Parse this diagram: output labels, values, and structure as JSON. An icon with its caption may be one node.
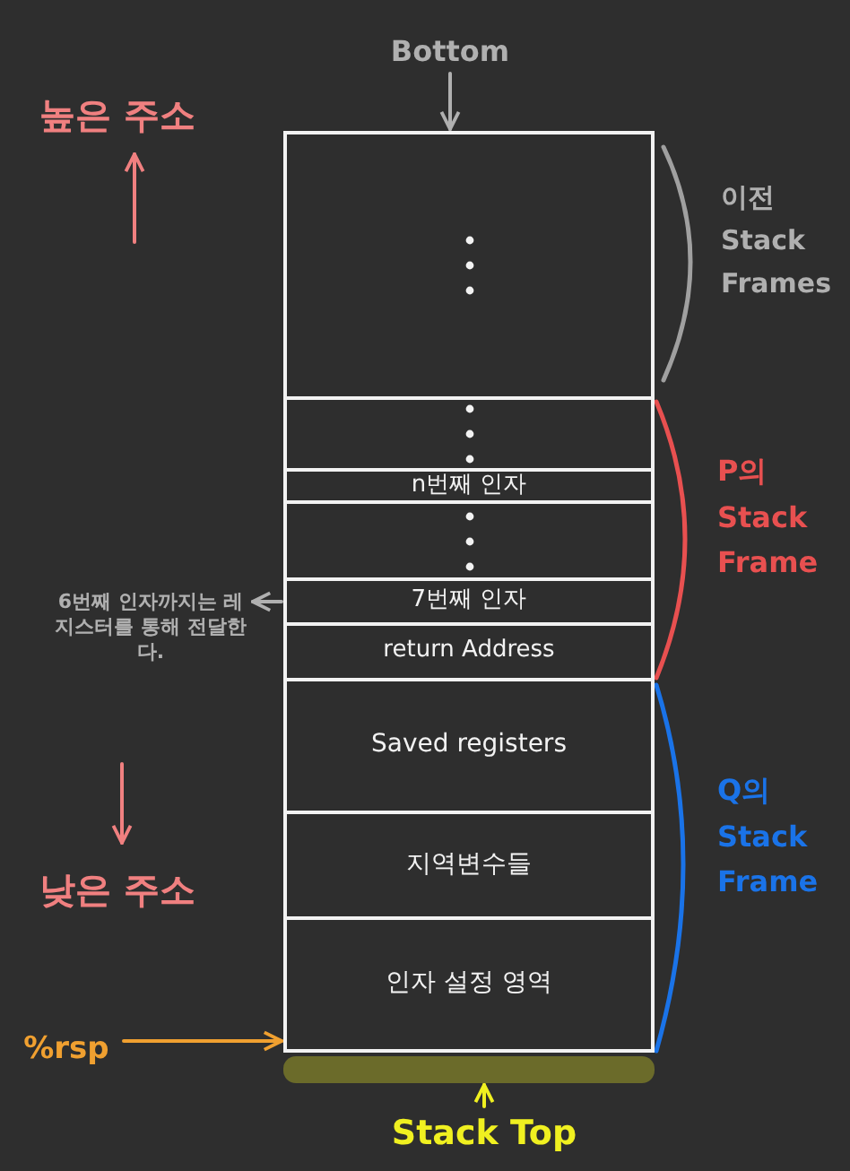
{
  "diagram": {
    "nodes": [
      {
        "text": [
          "Bottom"
        ]
      },
      {
        "text": [],
        "shape": "box"
      },
      {
        "text": [],
        "shape": "box"
      },
      {
        "text": [
          "n번째 인자"
        ]
      },
      {
        "text": [],
        "shape": "box"
      },
      {
        "text": [
          "7번째 인자"
        ]
      },
      {
        "text": [
          "return Address"
        ]
      },
      {
        "text": [
          "Saved registers"
        ]
      },
      {
        "text": [
          "지역변수들"
        ]
      },
      {
        "text": [
          "인자 설정 영역"
        ]
      },
      {
        "text": [
          "6번째 인자까지는 레지스터를 통해 전달한다."
        ]
      },
      {
        "text": [
          "%rsp"
        ]
      },
      {
        "text": [],
        "shape": "bar"
      },
      {
        "text": [
          "Stack Top"
        ]
      }
    ],
    "edges": [
      {
        "from": 0,
        "to": 1,
        "arrow": "to"
      },
      {
        "from": 5,
        "to": 10,
        "arrow": "to"
      },
      {
        "from": 11,
        "to": 9,
        "arrow": "to",
        "color": "#f0a030"
      },
      {
        "from": 13,
        "to": 12,
        "arrow": "to",
        "color": "#f0f020"
      }
    ],
    "labels": [
      "높은 주소",
      "이전 Stack Frames",
      "P의 Stack Frame",
      "Q의 Stack Frame",
      "낮은 주소"
    ]
  }
}
